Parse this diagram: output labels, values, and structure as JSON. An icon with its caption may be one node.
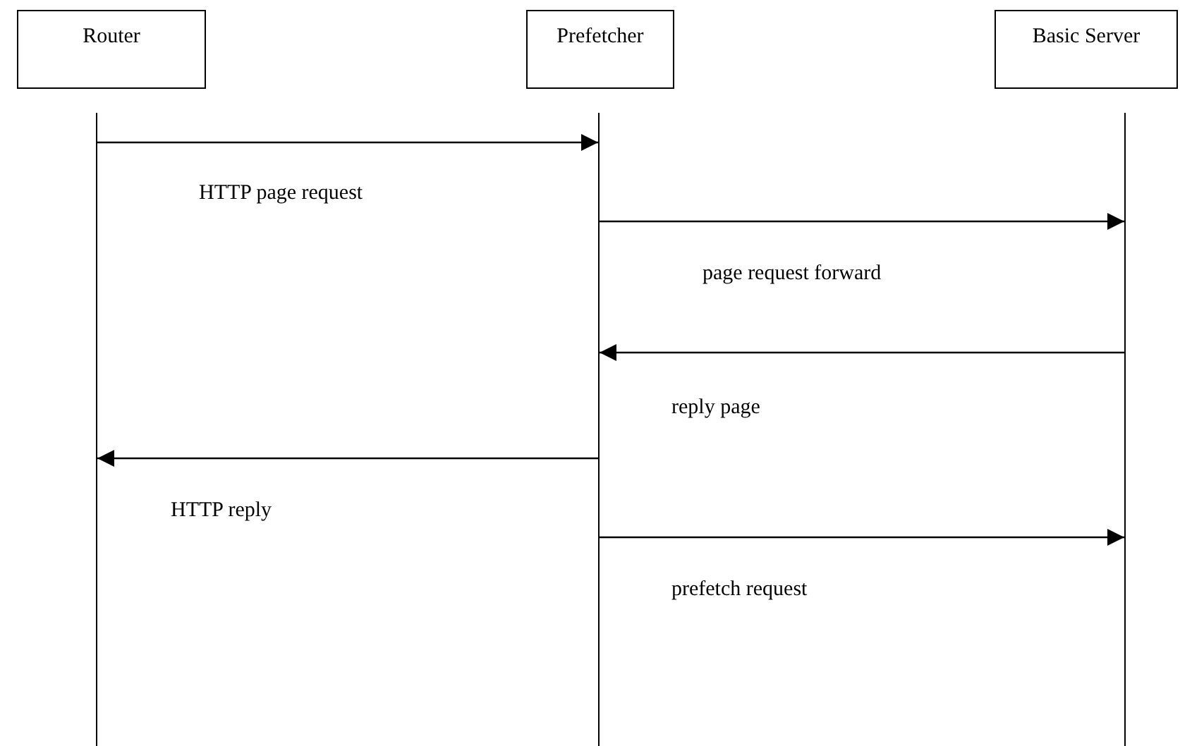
{
  "diagram": {
    "nodes": [
      {
        "text": [
          "Router"
        ]
      },
      {
        "text": [
          "Prefetcher"
        ]
      },
      {
        "text": [
          "Basic Server"
        ]
      },
      {
        "text": [],
        "shape": "line"
      },
      {
        "text": [],
        "shape": "line"
      },
      {
        "text": [],
        "shape": "line"
      }
    ],
    "edges": [
      {
        "from": 3,
        "to": 4,
        "arrow": "to",
        "label": "HTTP page request"
      },
      {
        "from": 4,
        "to": 5,
        "arrow": "to",
        "label": "page request forward"
      },
      {
        "from": 5,
        "to": 4,
        "arrow": "to",
        "label": "reply page"
      },
      {
        "from": 4,
        "to": 3,
        "arrow": "to",
        "label": "HTTP reply"
      },
      {
        "from": 4,
        "to": 5,
        "arrow": "to",
        "label": "prefetch request"
      }
    ]
  }
}
